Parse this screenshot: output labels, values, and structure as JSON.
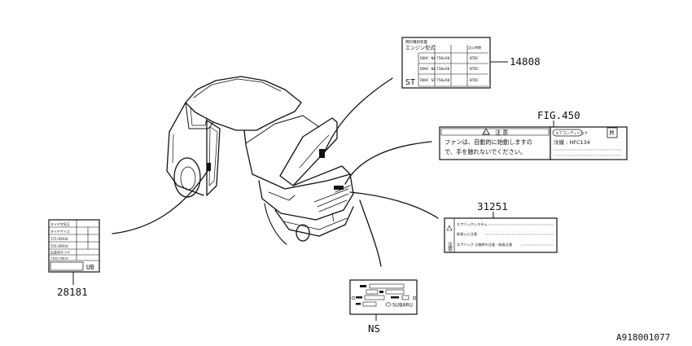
{
  "parts": {
    "p14808": "14808",
    "fig450": "FIG.450",
    "p31251": "31251",
    "p28181": "28181",
    "ns": "NS"
  },
  "diagram_code": "A918001077",
  "label_14808": {
    "title": "燃料噴射装置",
    "col_engine": "エンジン型式",
    "col_ignition": "点火時期",
    "rows": [
      {
        "engine": "DOHC NA",
        "idle": "750±50",
        "timing": "BTDC"
      },
      {
        "engine": "DOHC NA",
        "idle": "750±50",
        "timing": "BTDC"
      },
      {
        "engine": "DOHC SC",
        "idle": "750±50",
        "timing": "BTDC"
      }
    ],
    "mark": "ST"
  },
  "label_fan": {
    "caution_title": "注  意",
    "line1": "ファンは、自動的に始動しますの",
    "line2": "で、手を触れないでください。",
    "ac_brand": "エアコンディショナ",
    "refrigerant": "冷媒 : HFC134",
    "mark": "M"
  },
  "label_31251": {
    "caution_side": "注意",
    "line1": "エアバッグシステム",
    "line2": "取扱いに注意",
    "line3": "エアバッグ 点検時の注意・取扱注意"
  },
  "label_28181": {
    "title": "タイヤ空気圧",
    "row1": "タイヤサイズ",
    "row2": "175/65R14",
    "row3": "155/65R14",
    "row4": "応急用タイヤ",
    "row5": "T105/70D14",
    "mark": "UB"
  },
  "label_ns": {
    "brand": "SUBARU"
  }
}
